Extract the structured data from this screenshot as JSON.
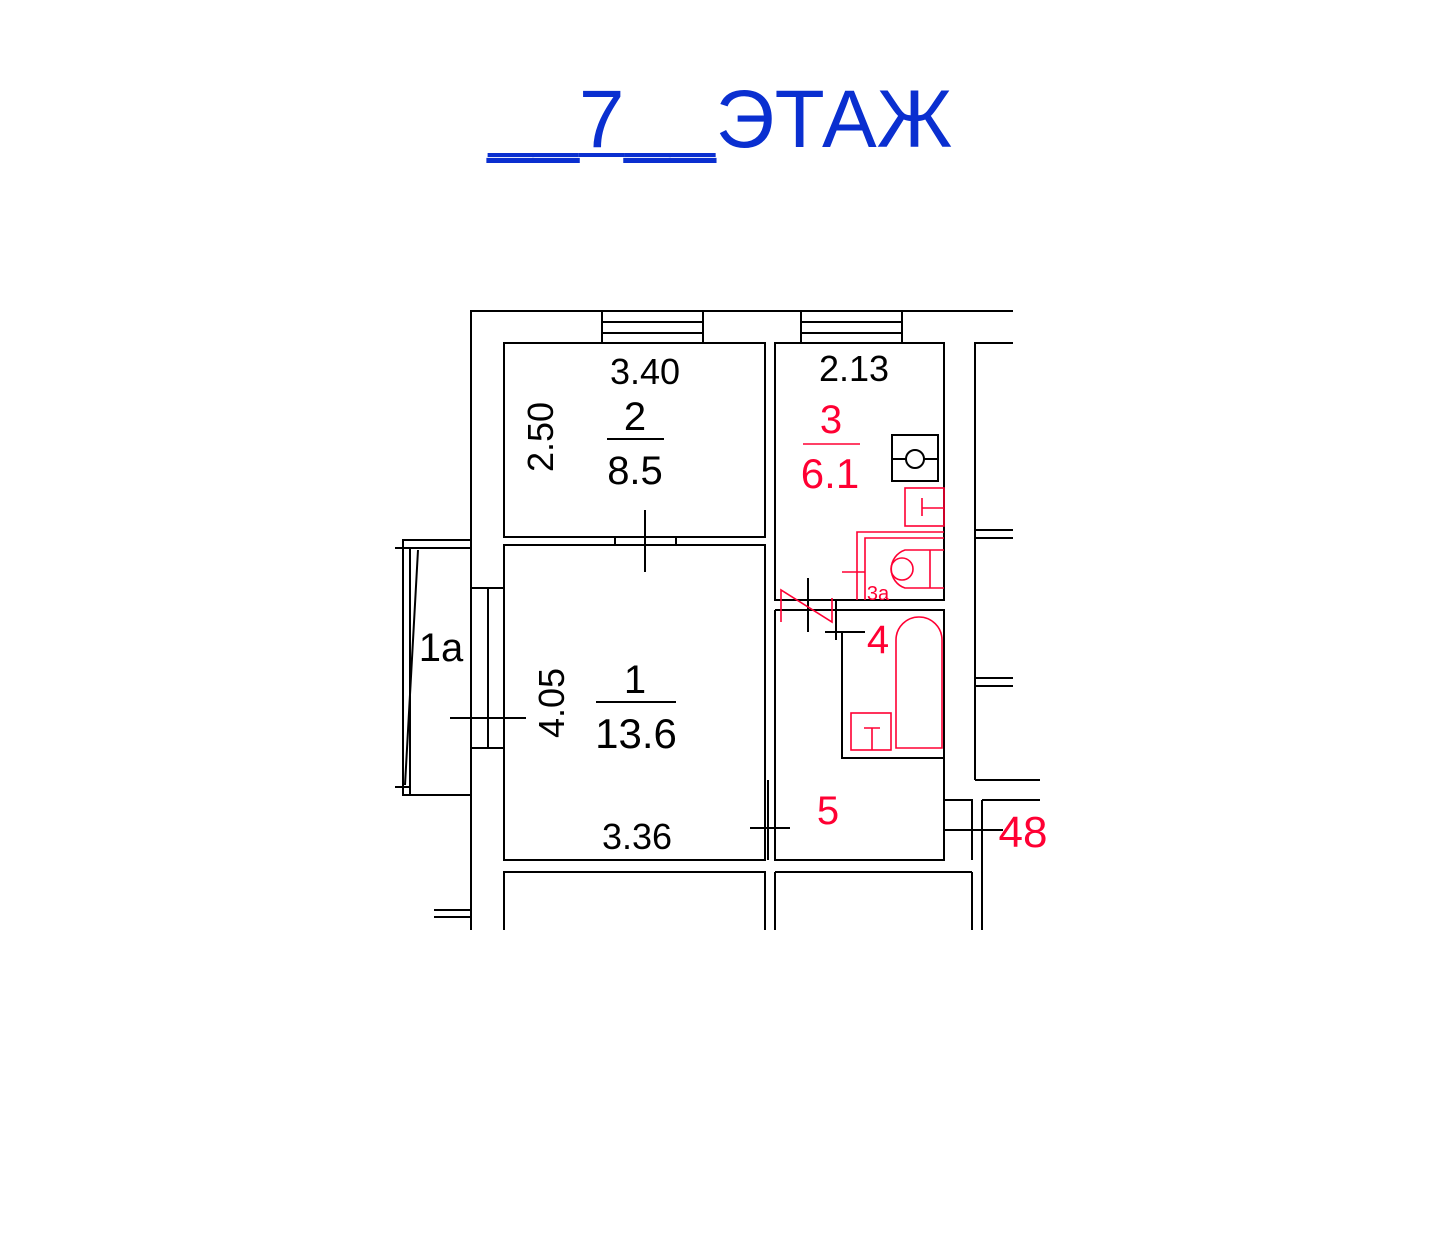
{
  "header": {
    "floor_number": "7",
    "floor_label": "ЭТАЖ"
  },
  "rooms": [
    {
      "id": "1",
      "area": "13.6",
      "width": "3.36",
      "length": "4.05"
    },
    {
      "id": "2",
      "area": "8.5",
      "width": "3.40",
      "length": "2.50"
    },
    {
      "id": "3",
      "area": "6.1",
      "width": "2.13"
    },
    {
      "id": "3а"
    },
    {
      "id": "4"
    },
    {
      "id": "5"
    },
    {
      "id": "1а"
    }
  ],
  "apartment_number": "48",
  "colors": {
    "title": "#0a2fd0",
    "walls": "#000000",
    "highlight": "#ff0033"
  }
}
